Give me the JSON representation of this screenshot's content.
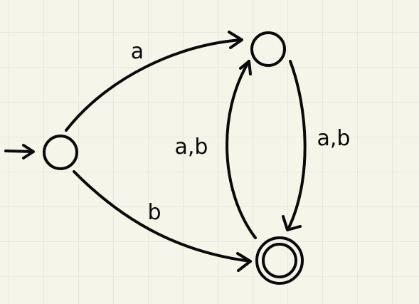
{
  "diagram": {
    "type": "finite-automaton",
    "colors": {
      "background": "#f5f5ea",
      "grid": "#dcdccf",
      "ink": "#0a0a0a"
    },
    "states": [
      {
        "id": "s0",
        "start": true,
        "accepting": false
      },
      {
        "id": "s1",
        "start": false,
        "accepting": false
      },
      {
        "id": "s2",
        "start": false,
        "accepting": true
      }
    ],
    "transitions": [
      {
        "from": "s0",
        "to": "s1",
        "label": "a"
      },
      {
        "from": "s0",
        "to": "s2",
        "label": "b"
      },
      {
        "from": "s2",
        "to": "s1",
        "label": "a,b"
      },
      {
        "from": "s1",
        "to": "s2",
        "label": "a,b"
      }
    ]
  }
}
